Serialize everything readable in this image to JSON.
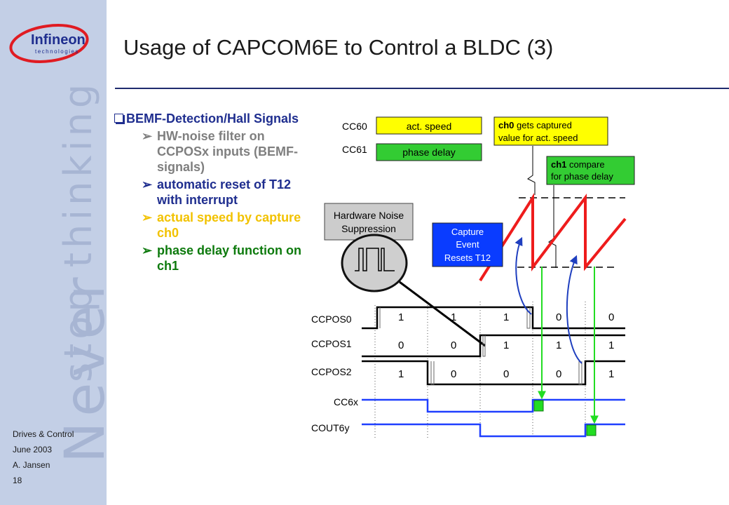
{
  "sidebar": {
    "watermark_top": "stop thinking",
    "watermark_bottom": "Never",
    "footer": [
      "Drives & Control",
      "June 2003",
      "A. Jansen",
      "18"
    ]
  },
  "logo": {
    "brand": "Infineon",
    "subtitle": "technologies"
  },
  "title": "Usage of CAPCOM6E to Control a BLDC (3)",
  "bullets": {
    "heading": "BEMF-Detection/Hall Signals",
    "items": [
      {
        "text": "HW-noise filter on CCPOSx inputs (BEMF-signals)",
        "color": "#7f7f7f"
      },
      {
        "text": "automatic reset of T12 with interrupt",
        "color": "#1f2e8f"
      },
      {
        "text": "actual speed by capture ch0",
        "color": "#f2c200"
      },
      {
        "text": "phase delay function on ch1",
        "color": "#0d7a0d"
      }
    ]
  },
  "diagram": {
    "registers": [
      {
        "name": "CC60",
        "label": "act. speed",
        "color": "#ffff00"
      },
      {
        "name": "CC61",
        "label": "phase delay",
        "color": "#33cc33"
      }
    ],
    "callouts": {
      "ch0_bold": "ch0",
      "ch0_line1": " gets captured",
      "ch0_line2": "value for act. speed",
      "ch1_bold": "ch1",
      "ch1_line1": " compare",
      "ch1_line2": "for phase delay",
      "noise_line1": "Hardware Noise",
      "noise_line2": "Suppression",
      "capture_line1": "Capture",
      "capture_line2": "Event",
      "capture_line3": "Resets T12"
    },
    "signals": [
      {
        "name": "CCPOS0",
        "values": [
          "1",
          "1",
          "1",
          "0",
          "0"
        ]
      },
      {
        "name": "CCPOS1",
        "values": [
          "0",
          "0",
          "1",
          "1",
          "1"
        ]
      },
      {
        "name": "CCPOS2",
        "values": [
          "1",
          "0",
          "0",
          "0",
          "1"
        ]
      },
      {
        "name": "CC6x",
        "values": []
      },
      {
        "name": "COUT6y",
        "values": []
      }
    ],
    "colors": {
      "sawtooth": "#ee1c1c",
      "output": "#1f3fff",
      "arrow_green": "#22dd22",
      "arrow_blue": "#1f3fbf",
      "capture_box": "#0a3cff"
    }
  }
}
